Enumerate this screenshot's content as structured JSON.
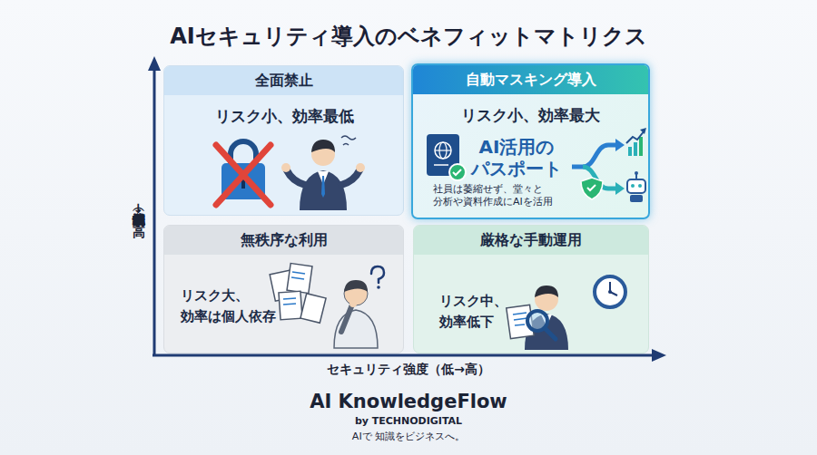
{
  "diagram": {
    "title": "AIセキュリティ導入のベネフィットマトリクス",
    "nodes": [
      {
        "text": [
          "全面禁止",
          "リスク小、効率最低"
        ]
      },
      {
        "text": [
          "自動マスキング導入",
          "リスク小、効率最大",
          "AI活用の パスポート",
          "社員は萎縮せず、堂々と 分析や資料作成にAIを活用"
        ]
      },
      {
        "text": [
          "無秩序な利用",
          "リスク大、 効率は個人依存"
        ]
      },
      {
        "text": [
          "厳格な手動運用",
          "リスク中、 効率低下"
        ]
      }
    ],
    "labels": [
      "業務効率・利便性（低→高）",
      "セキュリティ強度（低→高）",
      "AI KnowledgeFlow",
      "by TECHNODIGITAL",
      "AIで 知識をビジネスへ。"
    ]
  }
}
